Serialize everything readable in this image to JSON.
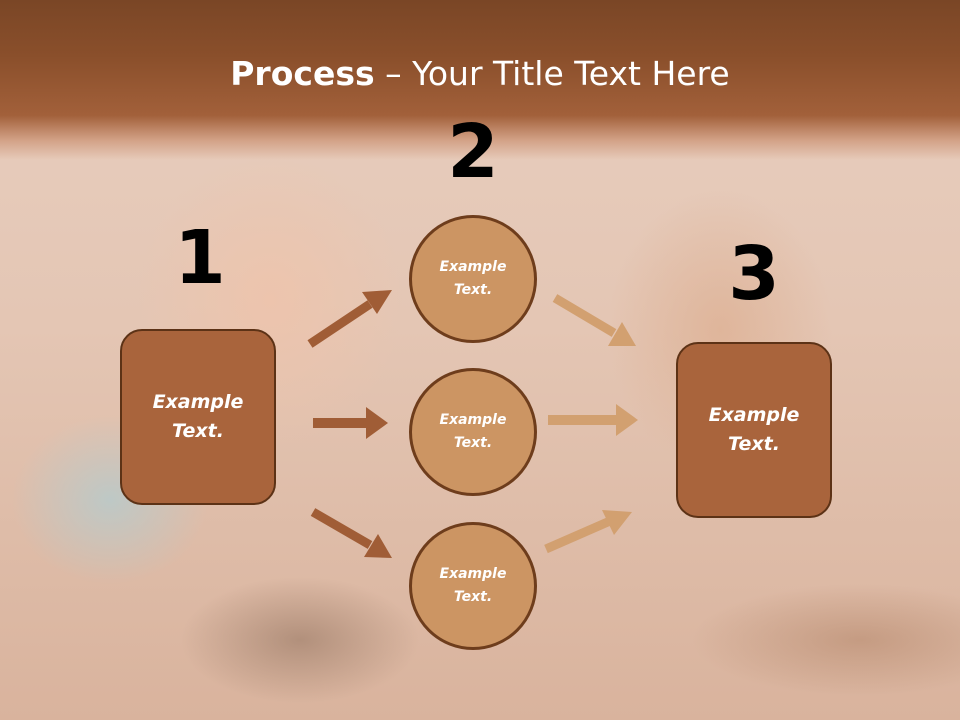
{
  "title": {
    "bold": "Process",
    "rest": " – Your Title Text Here"
  },
  "steps": {
    "one": {
      "number": "1",
      "text": "Example Text."
    },
    "two": {
      "number": "2",
      "items": [
        "Example Text.",
        "Example Text.",
        "Example Text."
      ]
    },
    "three": {
      "number": "3",
      "text": "Example Text."
    }
  },
  "colors": {
    "banner": "#8a4f2b",
    "box_fill": "#a9643c",
    "circle_fill": "#cc9563",
    "arrow_dark": "#a05d36",
    "arrow_light": "#d2a070"
  }
}
